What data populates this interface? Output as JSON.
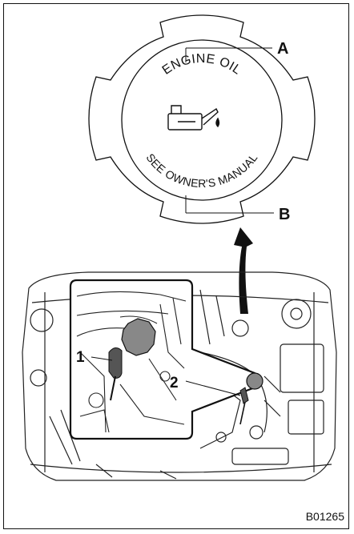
{
  "cap_text": {
    "top": "ENGINE OIL",
    "bottom": "SEE OWNER'S MANUAL"
  },
  "callouts": {
    "a": "A",
    "b": "B",
    "one": "1",
    "two": "2"
  },
  "figure_code": "B01265",
  "icons": [
    "oil-can-icon",
    "arrow-up-icon"
  ]
}
